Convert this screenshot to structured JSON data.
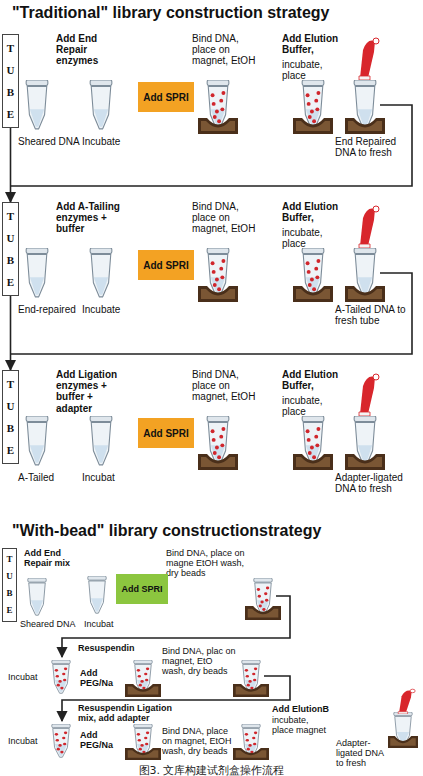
{
  "diagram": {
    "title": "\"Traditional\" library construction strategy",
    "caption": "图3. 文库构建试剂盒操作流程",
    "nodes": [
      {
        "text": [
          "TUBE"
        ]
      },
      {
        "text": [
          "Add SPRI"
        ]
      },
      {
        "text": [
          "TUBE"
        ]
      },
      {
        "text": [
          "Add SPRI"
        ]
      },
      {
        "text": [
          "TUBE"
        ]
      },
      {
        "text": [
          "Add SPRI"
        ]
      },
      {
        "text": [
          "TUBE"
        ]
      },
      {
        "text": [
          "Add SPRI"
        ]
      }
    ],
    "edges": [
      {
        "from": 0,
        "to": 2,
        "arrow": "to"
      },
      {
        "from": 2,
        "to": 4,
        "arrow": "to"
      }
    ],
    "labels": [
      "Add End Repair enzymes",
      "Sheared DNA",
      "Incubate",
      "Bind DNA, place on magnet, EtOH",
      "Add Elution Buffer,",
      "incubate, place",
      "End Repaired DNA to fresh",
      "Add A-Tailing enzymes + buffer",
      "End-repaired",
      "Incubate",
      "Bind DNA, place on magnet, EtOH",
      "Add Elution Buffer,",
      "incubate, place",
      "A-Tailed DNA to fresh tube",
      "Add Ligation enzymes + buffer + adapter",
      "A-Tailed",
      "Incubat",
      "Bind DNA, place on magnet, EtOH",
      "Add Elution Buffer,",
      "incubate, place",
      "Adapter-ligated DNA to fresh",
      "\"With-bead\" library constructionstrategy",
      "Add End Repair mix",
      "Sheared DNA",
      "Incubat",
      "Bind DNA, place on magne EtOH wash, dry beads",
      "Resuspendin",
      "Incubat",
      "Add PEG/Na",
      "Bind DNA, plac on magnet, EtO wash, dry beads",
      "Resuspendin Ligation mix, add adapter",
      "Incubat",
      "Add PEG/Na",
      "Bind DNA, place on magnet, EtOH wash, dry beads",
      "Add ElutionB",
      "incubate, place magnet",
      "Adapter-ligated DNA to fresh"
    ]
  }
}
